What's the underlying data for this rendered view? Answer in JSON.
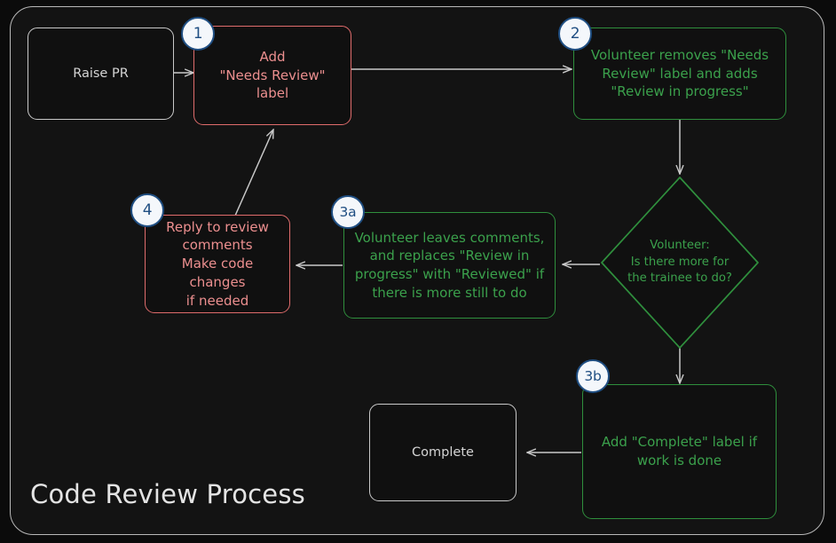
{
  "diagram": {
    "title": "Code Review Process",
    "type": "flowchart",
    "theme": {
      "page_background": "#070707",
      "frame_background": "#131313",
      "frame_border": "#b8b8b8",
      "neutral_border": "#c9c9c9",
      "neutral_text": "#d4d4d4",
      "red_border": "#e06c6c",
      "red_text": "#ec8f8f",
      "green_border": "#2f8f3d",
      "green_text": "#3ba14c",
      "edge_color": "#c9c9c9",
      "badge_fill": "#f4f7fb",
      "badge_stroke": "#1f4e82",
      "badge_text": "#1f4e82"
    },
    "nodes": [
      {
        "id": "raise-pr",
        "label": "Raise PR",
        "badge": "",
        "shape": "rounded-rect",
        "style": "neutral"
      },
      {
        "id": "add-needs-review",
        "label": "Add\n\"Needs Review\"\nlabel",
        "badge": "1",
        "shape": "rounded-rect",
        "style": "red"
      },
      {
        "id": "volunteer-takes",
        "label": "Volunteer removes \"Needs\nReview\" label and adds\n\"Review in progress\"",
        "badge": "2",
        "shape": "rounded-rect",
        "style": "green"
      },
      {
        "id": "decision",
        "label": "Volunteer:\nIs there more for\nthe trainee to do?",
        "badge": "",
        "shape": "diamond",
        "style": "green"
      },
      {
        "id": "leaves-comments",
        "label": "Volunteer leaves comments,\nand replaces \"Review in\nprogress\" with \"Reviewed\" if\nthere is more still to do",
        "badge": "3a",
        "shape": "rounded-rect",
        "style": "green"
      },
      {
        "id": "reply-to-review",
        "label": "Reply to review\ncomments\nMake code changes\nif needed",
        "badge": "4",
        "shape": "rounded-rect",
        "style": "red"
      },
      {
        "id": "add-complete",
        "label": "Add \"Complete\" label if\nwork is done",
        "badge": "3b",
        "shape": "rounded-rect",
        "style": "green"
      },
      {
        "id": "complete",
        "label": "Complete",
        "badge": "",
        "shape": "rounded-rect",
        "style": "neutral"
      }
    ],
    "edges": [
      {
        "from": "raise-pr",
        "to": "add-needs-review"
      },
      {
        "from": "add-needs-review",
        "to": "volunteer-takes"
      },
      {
        "from": "volunteer-takes",
        "to": "decision"
      },
      {
        "from": "decision",
        "to": "leaves-comments"
      },
      {
        "from": "leaves-comments",
        "to": "reply-to-review"
      },
      {
        "from": "reply-to-review",
        "to": "add-needs-review"
      },
      {
        "from": "decision",
        "to": "add-complete"
      },
      {
        "from": "add-complete",
        "to": "complete"
      }
    ]
  }
}
